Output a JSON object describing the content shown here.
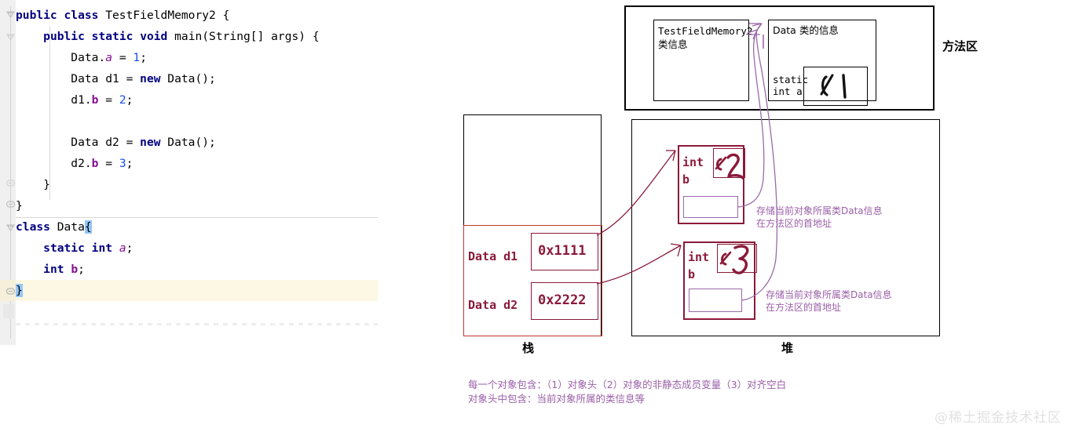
{
  "editor": {
    "lines": [
      {
        "id": "l1",
        "segments": [
          {
            "t": "public",
            "c": "kw"
          },
          {
            "t": " ",
            "c": "pl"
          },
          {
            "t": "class",
            "c": "kw"
          },
          {
            "t": " TestFieldMemory2 {",
            "c": "pl"
          }
        ]
      },
      {
        "id": "l2",
        "segments": [
          {
            "t": "    ",
            "c": "pl"
          },
          {
            "t": "public",
            "c": "kw"
          },
          {
            "t": " ",
            "c": "pl"
          },
          {
            "t": "static",
            "c": "kw"
          },
          {
            "t": " ",
            "c": "pl"
          },
          {
            "t": "void",
            "c": "kw"
          },
          {
            "t": " main(String[] args) {",
            "c": "pl"
          }
        ]
      },
      {
        "id": "l3",
        "segments": [
          {
            "t": "        Data.",
            "c": "pl"
          },
          {
            "t": "a",
            "c": "sfld"
          },
          {
            "t": " = ",
            "c": "pl"
          },
          {
            "t": "1",
            "c": "num"
          },
          {
            "t": ";",
            "c": "pl"
          }
        ]
      },
      {
        "id": "l4",
        "segments": [
          {
            "t": "        Data d1 = ",
            "c": "pl"
          },
          {
            "t": "new",
            "c": "kw"
          },
          {
            "t": " Data();",
            "c": "pl"
          }
        ]
      },
      {
        "id": "l5",
        "segments": [
          {
            "t": "        d1.",
            "c": "pl"
          },
          {
            "t": "b",
            "c": "fld"
          },
          {
            "t": " = ",
            "c": "pl"
          },
          {
            "t": "2",
            "c": "num"
          },
          {
            "t": ";",
            "c": "pl"
          }
        ]
      },
      {
        "id": "l6",
        "segments": [
          {
            "t": "",
            "c": "pl"
          }
        ]
      },
      {
        "id": "l7",
        "segments": [
          {
            "t": "        Data d2 = ",
            "c": "pl"
          },
          {
            "t": "new",
            "c": "kw"
          },
          {
            "t": " Data();",
            "c": "pl"
          }
        ]
      },
      {
        "id": "l8",
        "segments": [
          {
            "t": "        d2.",
            "c": "pl"
          },
          {
            "t": "b",
            "c": "fld"
          },
          {
            "t": " = ",
            "c": "pl"
          },
          {
            "t": "3",
            "c": "num"
          },
          {
            "t": ";",
            "c": "pl"
          }
        ]
      },
      {
        "id": "l9",
        "segments": [
          {
            "t": "    }",
            "c": "pl"
          }
        ]
      },
      {
        "id": "l10",
        "segments": [
          {
            "t": "}",
            "c": "pl"
          }
        ]
      },
      {
        "id": "l11",
        "segments": [
          {
            "t": "class",
            "c": "kw"
          },
          {
            "t": " Data",
            "c": "pl"
          },
          {
            "t": "{",
            "c": "brace-hl"
          }
        ]
      },
      {
        "id": "l12",
        "segments": [
          {
            "t": "    ",
            "c": "pl"
          },
          {
            "t": "static",
            "c": "kw"
          },
          {
            "t": " ",
            "c": "pl"
          },
          {
            "t": "int",
            "c": "kw"
          },
          {
            "t": " ",
            "c": "pl"
          },
          {
            "t": "a",
            "c": "sfld"
          },
          {
            "t": ";",
            "c": "pl"
          }
        ]
      },
      {
        "id": "l13",
        "segments": [
          {
            "t": "    ",
            "c": "pl"
          },
          {
            "t": "int",
            "c": "kw"
          },
          {
            "t": " ",
            "c": "pl"
          },
          {
            "t": "b",
            "c": "fld"
          },
          {
            "t": ";",
            "c": "pl"
          }
        ]
      },
      {
        "id": "l14",
        "segments": [
          {
            "t": "}",
            "c": "brace-hl"
          }
        ]
      }
    ],
    "colors": {
      "keyword": "#000080",
      "number": "#1750eb",
      "field": "#871094",
      "caret_line": "#fdf8e3",
      "brace_match": "#93c6f5"
    }
  },
  "diagram": {
    "method_area": {
      "label": "方法区",
      "class_boxes": [
        {
          "name": "class-info-testfieldmemory2",
          "line1": "TestFieldMemory2",
          "line2": "类信息"
        },
        {
          "name": "class-info-data",
          "line1": "Data 类的信息",
          "field_label": "static\nint a",
          "field_value": "1",
          "field_value_note": "crossed-out-0-then-1"
        }
      ]
    },
    "stack": {
      "label": "栈",
      "frames": [
        {
          "name": "stack-var-d1",
          "type": "Data",
          "var": "d1",
          "value": "0x1111"
        },
        {
          "name": "stack-var-d2",
          "type": "Data",
          "var": "d2",
          "value": "0x2222"
        }
      ]
    },
    "heap": {
      "label": "堆",
      "objects": [
        {
          "name": "heap-object-1",
          "field_type": "int",
          "field_name": "b",
          "value": "2",
          "value_note": "crossed-out-0-then-2",
          "header_note": "存储当前对象所属类Data信息\n在方法区的首地址"
        },
        {
          "name": "heap-object-2",
          "field_type": "int",
          "field_name": "b",
          "value": "3",
          "value_note": "crossed-out-0-then-3",
          "header_note": "存储当前对象所属类Data信息\n在方法区的首地址"
        }
      ]
    },
    "footnotes": [
      "每一个对象包含：（1）对象头（2）对象的非静态成员变量（3）对齐空白",
      "对象头中包含：当前对象所属的类信息等"
    ],
    "colors": {
      "box_border": "#000000",
      "heap_object": "#8b1a3a",
      "stack_area": "#c0392b",
      "annotation": "#9b5fa8"
    }
  },
  "watermark": {
    "text": "@稀土掘金技术社区"
  }
}
